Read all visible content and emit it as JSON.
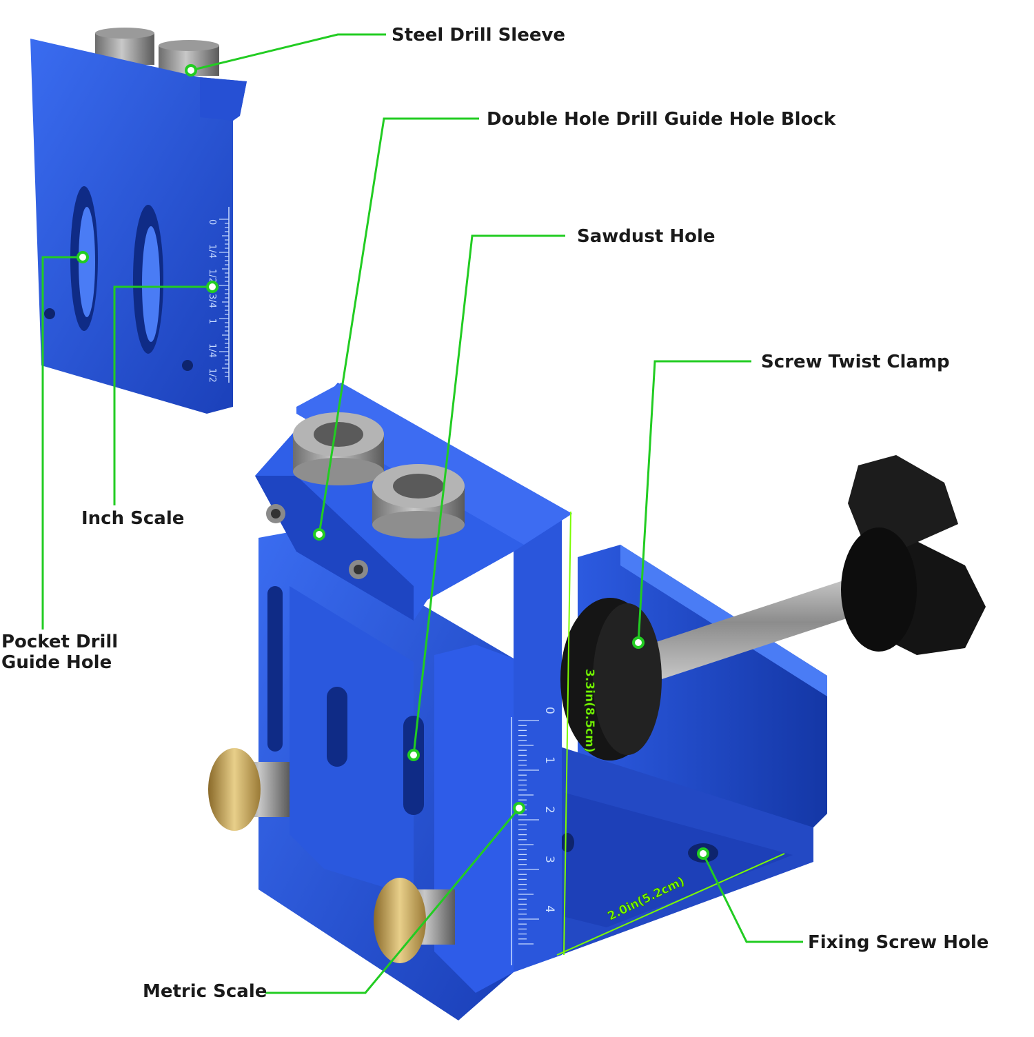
{
  "callouts": {
    "steel_drill_sleeve": "Steel Drill Sleeve",
    "double_hole_block": "Double Hole Drill Guide Hole Block",
    "sawdust_hole": "Sawdust Hole",
    "screw_twist_clamp": "Screw Twist Clamp",
    "inch_scale": "Inch Scale",
    "pocket_drill_guide_hole_line1": "Pocket Drill",
    "pocket_drill_guide_hole_line2": "Guide Hole",
    "fixing_screw_hole": "Fixing Screw Hole",
    "metric_scale": "Metric Scale"
  },
  "dimensions": {
    "height": "3.3in(8.5cm)",
    "width": "2.0in(5.2cm)"
  },
  "inch_scale_marks": [
    "0",
    "1/4",
    "1/2",
    "3/4",
    "1",
    "1/4",
    "1/2"
  ],
  "metric_scale_marks": [
    "0",
    "1",
    "2",
    "3",
    "4"
  ],
  "colors": {
    "callout_line": "#22cc22",
    "anodized_blue": "#1f4fd1",
    "dimension_text": "#7CFC00"
  }
}
